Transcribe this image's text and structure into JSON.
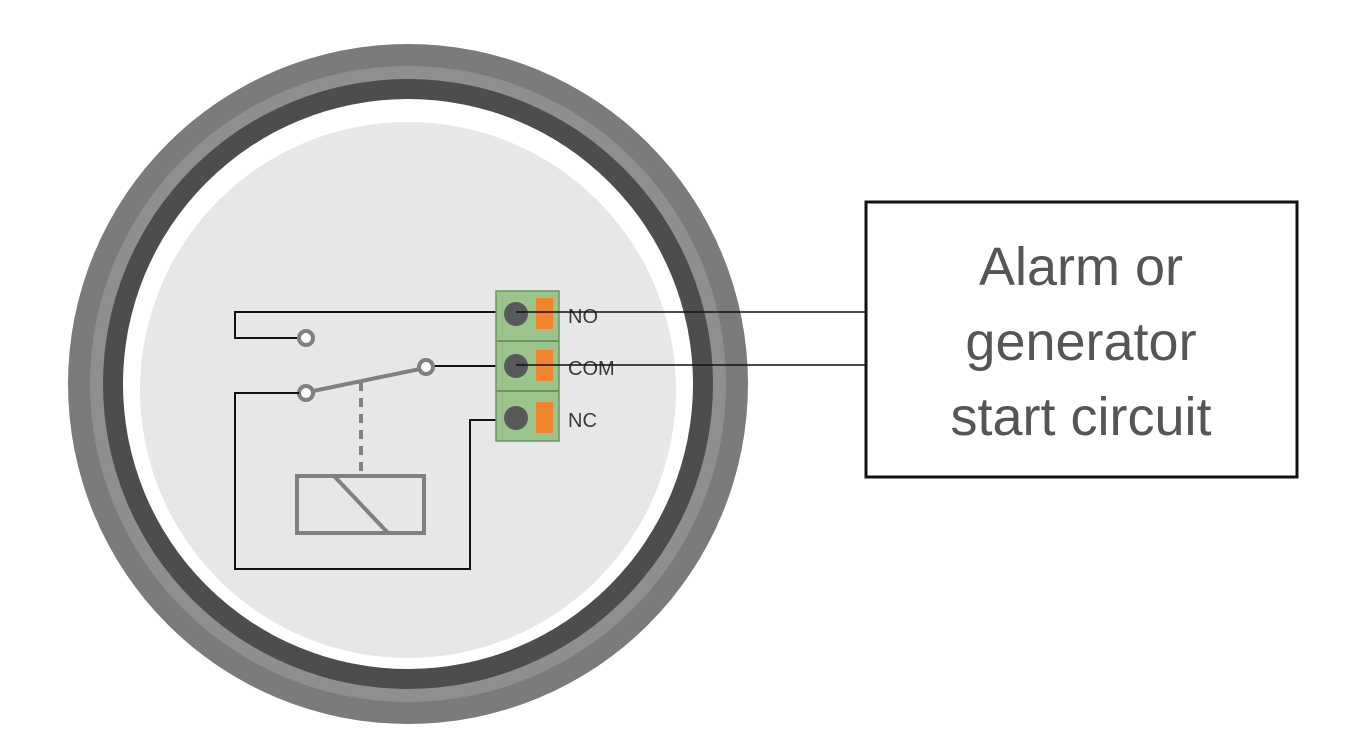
{
  "terminals": [
    {
      "key": "no",
      "label": "NO"
    },
    {
      "key": "com",
      "label": "COM"
    },
    {
      "key": "nc",
      "label": "NC"
    }
  ],
  "external_box": {
    "lines": [
      "Alarm or",
      "generator",
      "start circuit"
    ]
  },
  "colors": {
    "housing_outer": "#7b7b7c",
    "housing_dark_ring": "#4d4d4f",
    "housing_white_ring": "#ffffff",
    "face": "#e6e7e8",
    "terminal_block": "#9ac48c",
    "terminal_screw": "#58595b",
    "terminal_clip": "#f0852d",
    "relay_symbol": "#808080",
    "wire": "#111111"
  }
}
